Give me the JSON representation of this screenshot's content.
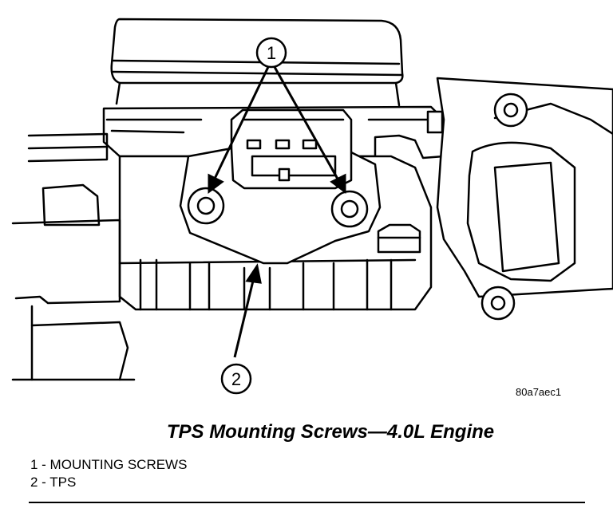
{
  "figure_id": "80a7aec1",
  "caption": "TPS Mounting Screws—4.0L Engine",
  "callouts": [
    {
      "number": "1",
      "label": "MOUNTING SCREWS"
    },
    {
      "number": "2",
      "label": "TPS"
    }
  ],
  "legend": [
    "1 - MOUNTING SCREWS",
    "2 - TPS"
  ]
}
